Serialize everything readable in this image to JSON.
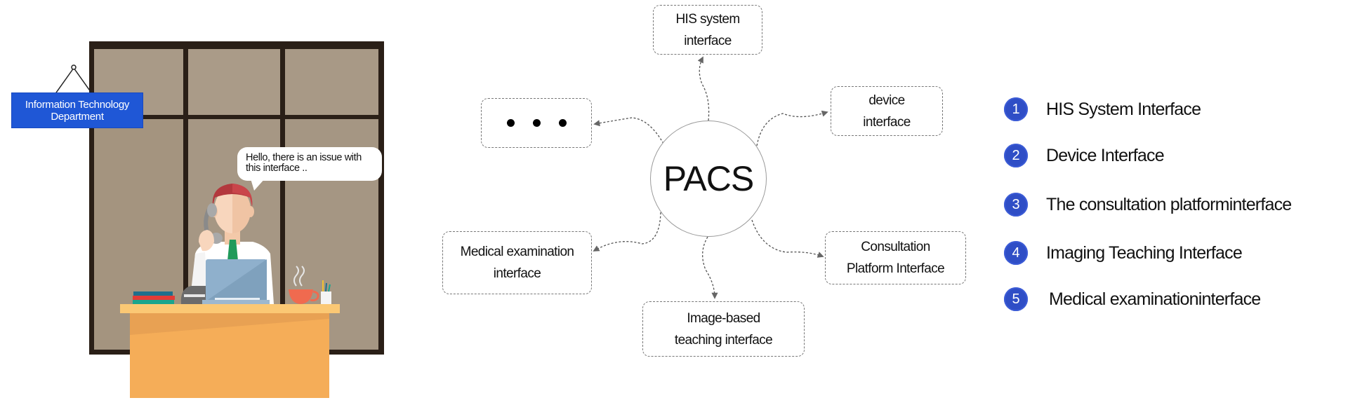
{
  "scene": {
    "sign": {
      "line1": "Information Technology",
      "line2": "Department"
    },
    "speech_bubble": {
      "line1": "Hello, there is an issue with",
      "line2": "this interface .."
    },
    "colors": {
      "sign_blue": "#1f57d6",
      "window_frame": "#2a1f17",
      "window_pane": "#a99a87",
      "desk_top": "#fbc874",
      "desk_body": "#f5ad58",
      "hair": "#b3383d",
      "tie": "#1f9a5a",
      "laptop": "#8fb0cc",
      "cup": "#f06a4f"
    }
  },
  "diagram": {
    "center": "PACS",
    "nodes": [
      {
        "id": "his",
        "lines": [
          "HIS system",
          "interface"
        ]
      },
      {
        "id": "device",
        "lines": [
          "device",
          "interface"
        ]
      },
      {
        "id": "consultation",
        "lines": [
          "Consultation",
          "Platform Interface"
        ]
      },
      {
        "id": "teaching",
        "lines": [
          "Image-based",
          "teaching interface"
        ]
      },
      {
        "id": "medical",
        "lines": [
          "Medical examination",
          "interface"
        ]
      },
      {
        "id": "more",
        "lines": [
          "• • •"
        ]
      }
    ]
  },
  "legend": {
    "badge_color": "#2f4ec6",
    "items": [
      {
        "num": "1",
        "label": "HIS System Interface"
      },
      {
        "num": "2",
        "label": "Device Interface"
      },
      {
        "num": "3",
        "label": "The consultation platforminterface"
      },
      {
        "num": "4",
        "label": "Imaging Teaching Interface"
      },
      {
        "num": "5",
        "label": "Medical examinationinterface"
      }
    ]
  }
}
